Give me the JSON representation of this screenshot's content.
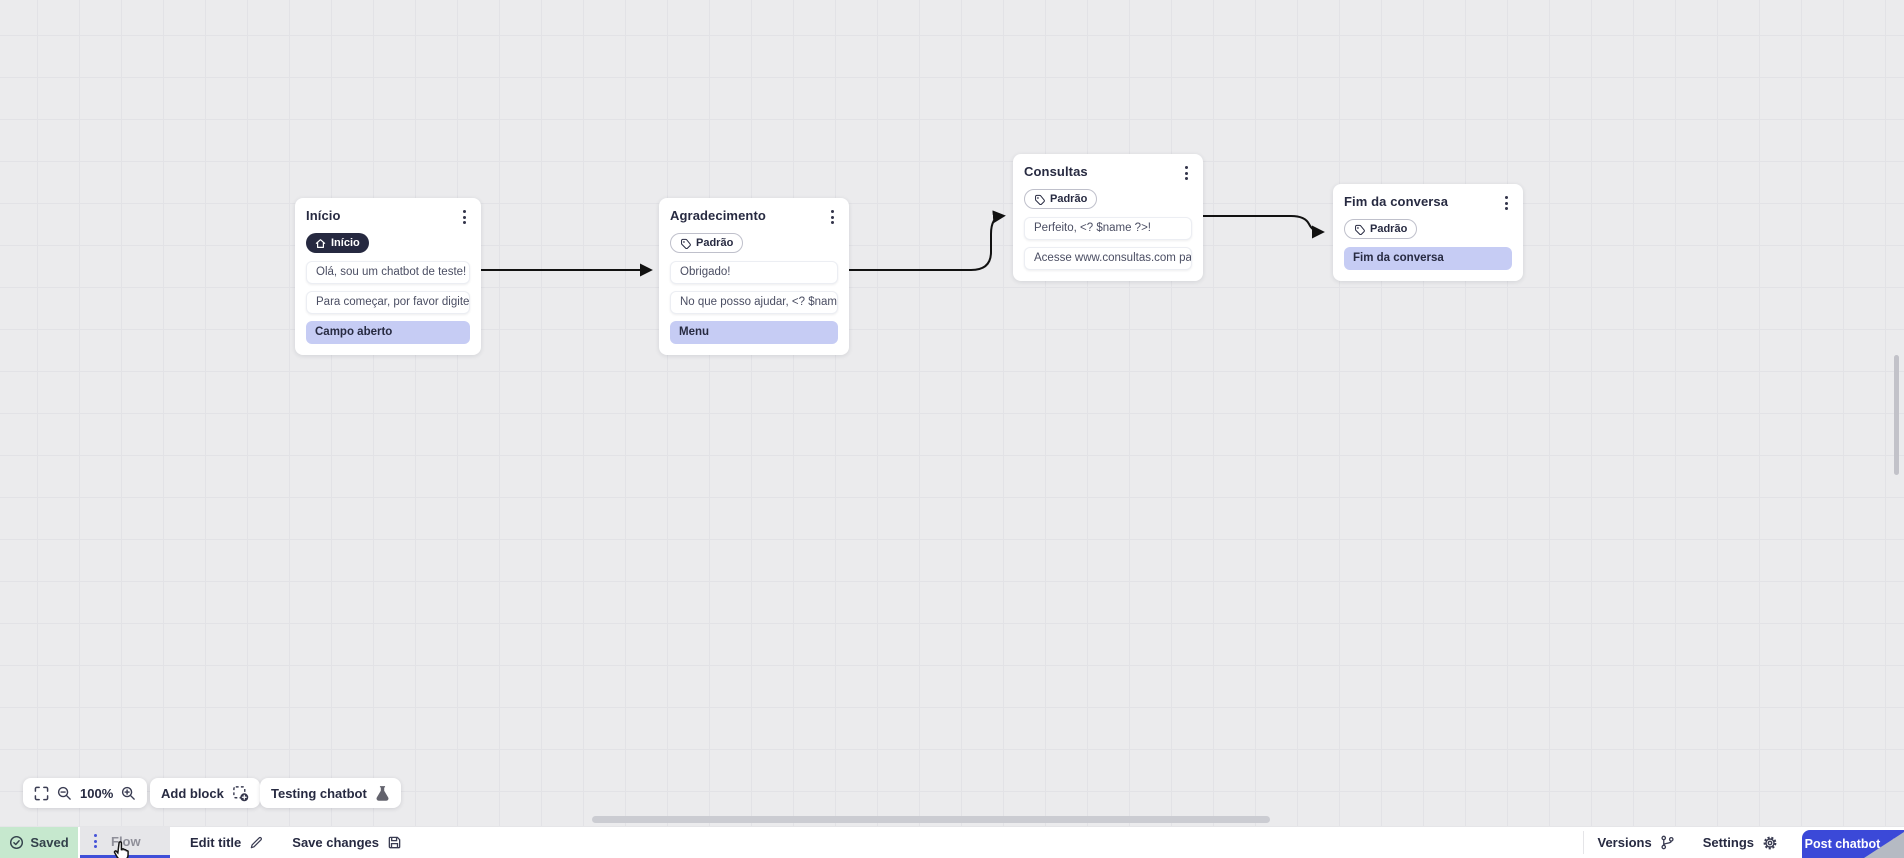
{
  "flow": {
    "nodes": [
      {
        "title": "Início",
        "badge": "Início",
        "messages": [
          "Olá, sou um chatbot de teste!",
          "Para começar, por favor digite o ..."
        ],
        "action": "Campo aberto"
      },
      {
        "title": "Agradecimento",
        "badge": "Padrão",
        "messages": [
          "Obrigado!",
          "No que posso ajudar, <? $name ..."
        ],
        "action": "Menu"
      },
      {
        "title": "Consultas",
        "badge": "Padrão",
        "messages": [
          "Perfeito, <? $name ?>!",
          "Acesse www.consultas.com par..."
        ]
      },
      {
        "title": "Fim da conversa",
        "badge": "Padrão",
        "messages": [],
        "action": "Fim da conversa"
      }
    ]
  },
  "toolbar": {
    "zoom_level": "100%",
    "add_block": "Add block",
    "testing_chatbot": "Testing chatbot"
  },
  "statusbar": {
    "saved": "Saved",
    "flow_tab": "Flow",
    "edit_title": "Edit title",
    "save_changes": "Save changes",
    "versions": "Versions",
    "settings": "Settings",
    "post_chatbot": "Post chatbot"
  },
  "colors": {
    "accent_blue": "#3f4fd8",
    "post_button_blue": "#3b49d8",
    "saved_green_bg": "#c6e8ce",
    "highlight_purple": "#c6ccf4",
    "dark_badge": "#262940",
    "canvas_bg": "#ebebed",
    "arrow": "#111111"
  }
}
